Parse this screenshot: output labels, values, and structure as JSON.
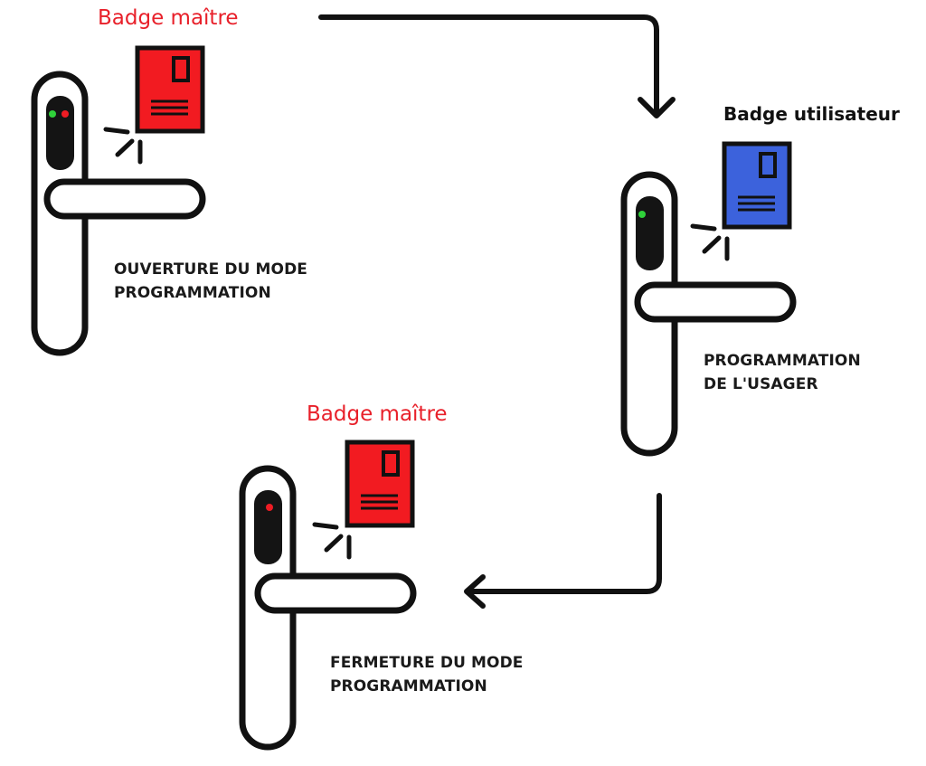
{
  "steps": [
    {
      "badge_label": "Badge maître",
      "badge_color": "#f21b21",
      "caption_line1": "OUVERTURE DU MODE",
      "caption_line2": "PROGRAMMATION",
      "leds": [
        "green",
        "red"
      ]
    },
    {
      "badge_label": "Badge utilisateur",
      "badge_color": "#3c62dc",
      "caption_line1": "PROGRAMMATION",
      "caption_line2": "DE L'USAGER",
      "leds": [
        "green"
      ]
    },
    {
      "badge_label": "Badge maître",
      "badge_color": "#f21b21",
      "caption_line1": "FERMETURE DU MODE",
      "caption_line2": "PROGRAMMATION",
      "leds": [
        "red"
      ]
    }
  ],
  "colors": {
    "led_green": "#2fd13a",
    "led_red": "#ee1c24",
    "outline": "#111111"
  }
}
